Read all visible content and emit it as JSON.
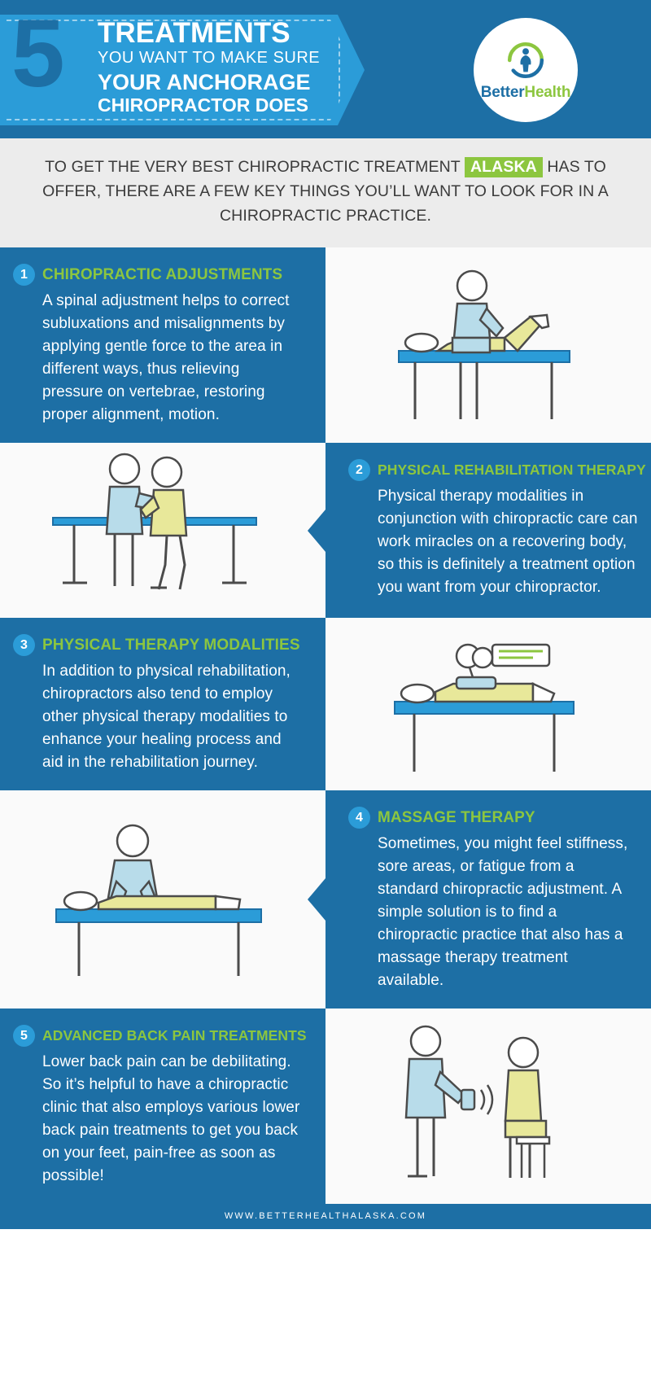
{
  "header": {
    "number": "5",
    "line1": "TREATMENTS",
    "line2": "YOU WANT TO MAKE SURE",
    "line3": "YOUR ANCHORAGE",
    "line4": "CHIROPRACTOR DOES",
    "logo_first": "Better",
    "logo_second": "Health",
    "bg_color": "#1d6fa5",
    "banner_color": "#2b9cd8"
  },
  "intro": {
    "text_before": "TO GET THE VERY BEST CHIROPRACTIC TREATMENT",
    "highlight": "ALASKA",
    "text_after": "HAS TO OFFER, THERE ARE A FEW KEY THINGS YOU’LL WANT TO LOOK FOR IN A CHIROPRACTIC PRACTICE.",
    "highlight_color": "#8cc63f"
  },
  "items": [
    {
      "number": "1",
      "title": "CHIROPRACTIC ADJUSTMENTS",
      "body": "A spinal adjustment helps to correct subluxations and misalignments by applying gentle force to the area in different ways, thus relieving pressure on vertebrae, restoring proper alignment, motion.",
      "side": "left",
      "illustration": "chiropractic-adjustment-illustration"
    },
    {
      "number": "2",
      "title": "PHYSICAL REHABILITATION THERAPY",
      "body": "Physical therapy modalities in conjunction with chiropractic care can work miracles on a recovering body, so this is definitely a treatment option you want from your chiropractor.",
      "side": "right",
      "illustration": "walking-rehabilitation-illustration"
    },
    {
      "number": "3",
      "title": "PHYSICAL THERAPY MODALITIES",
      "body": "In addition to physical rehabilitation, chiropractors also tend to employ other physical therapy modalities to enhance your healing process and aid in the rehabilitation journey.",
      "side": "left",
      "illustration": "therapy-machine-illustration"
    },
    {
      "number": "4",
      "title": "MASSAGE THERAPY",
      "body": "Sometimes, you might feel stiffness, sore areas, or fatigue from a standard chiropractic adjustment. A simple solution is to find a chiropractic practice that also has a massage therapy treatment available.",
      "side": "right",
      "illustration": "massage-table-illustration"
    },
    {
      "number": "5",
      "title": "ADVANCED BACK PAIN TREATMENTS",
      "body": "Lower back pain can be debilitating. So it’s helpful to have a chiropractic clinic that also employs various lower back pain treatments to get you back on your feet, pain-free as soon as possible!",
      "side": "left",
      "illustration": "back-pain-device-illustration"
    }
  ],
  "footer": {
    "url": "WWW.BETTERHEALTHALASKA.COM"
  },
  "colors": {
    "blue_dark": "#1d6fa5",
    "blue_light": "#2b9cd8",
    "green": "#8cc63f",
    "body_bg": "#fafafa",
    "illustration_blue": "#b8dcea",
    "illustration_yellow": "#e8e89a"
  }
}
